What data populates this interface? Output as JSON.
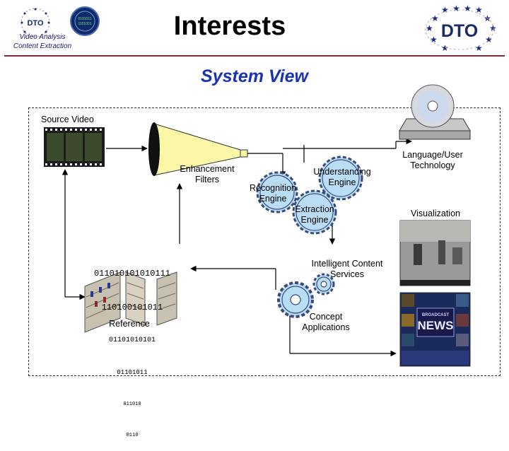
{
  "header": {
    "title": "Interests",
    "subtitle": "System View",
    "left_logo_line1": "Video Analysis",
    "left_logo_line2": "Content Extraction",
    "left_badge_text": "DTO",
    "right_logo_text": "DTO"
  },
  "diagram": {
    "source_video": "Source Video",
    "enhancement_filters": "Enhancement Filters",
    "recognition_engine": "Recognition Engine",
    "understanding_engine": "Understanding Engine",
    "extraction_engine": "Extraction Engine",
    "intelligent_content_services": "Intelligent Content Services",
    "concept_applications": "Concept Applications",
    "language_user_technology": "Language/User Technology",
    "visualization": "Visualization",
    "reference": "Reference",
    "binary_lines": [
      "011010101010111",
      "110100101011",
      "01101010101",
      "01101011",
      "011010",
      "0110"
    ],
    "news_text": "NEWS",
    "broadcast_text": "BROADCAST"
  },
  "colors": {
    "gear_fill": "#b8ddf5",
    "gear_stroke": "#3a4a7a",
    "funnel_fill": "#fbf7a6",
    "subtitle": "#1a33b0",
    "title_rule": "#7a2a3a"
  }
}
